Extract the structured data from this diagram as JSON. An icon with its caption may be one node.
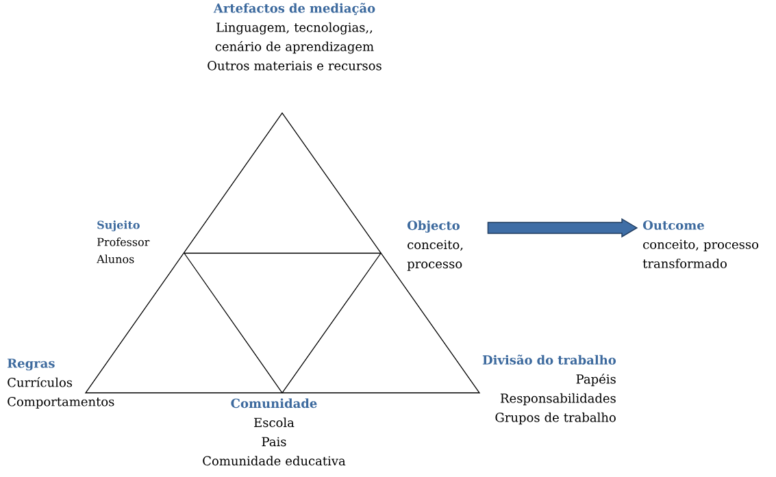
{
  "diagram": {
    "nodes": [
      {
        "text": [
          "Artefactos de mediação",
          "Linguagem, tecnologias,, cenário de aprendizagem",
          "Outros materiais e recursos"
        ]
      },
      {
        "text": [
          "Sujeito",
          "Professor",
          "Alunos"
        ]
      },
      {
        "text": [
          "Objecto",
          "conceito, processo"
        ]
      },
      {
        "text": [
          "Outcome",
          "conceito, processo transformado"
        ]
      },
      {
        "text": [
          "Regras",
          "Currículos",
          "Comportamentos"
        ]
      },
      {
        "text": [
          "Divisão do trabalho",
          "Papéis",
          "Responsabilidades",
          "Grupos de trabalho"
        ]
      },
      {
        "text": [
          "Comunidade",
          "Escola",
          "Pais",
          "Comunidade educativa"
        ]
      }
    ],
    "edges": [
      {
        "from": 2,
        "to": 3,
        "arrow": "to",
        "style": "thick"
      }
    ]
  }
}
